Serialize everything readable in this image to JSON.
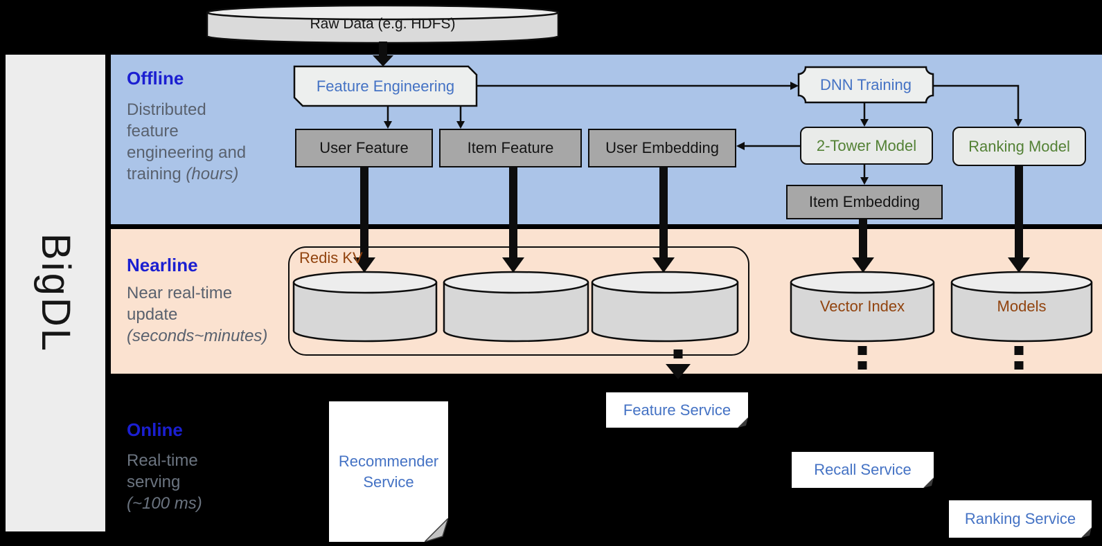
{
  "brand": {
    "label": "BigDL"
  },
  "raw_data": {
    "label": "Raw Data (e.g. HDFS)"
  },
  "sections": {
    "offline": {
      "title": "Offline",
      "desc_lines": [
        "Distributed",
        "feature",
        "engineering and"
      ],
      "desc_line4_normal": "training ",
      "desc_line4_italic": "(hours)"
    },
    "nearline": {
      "title": "Nearline",
      "desc_lines": [
        "Near real-time",
        "update"
      ],
      "desc_italic_line": "(seconds~minutes)"
    },
    "online": {
      "title": "Online",
      "desc_lines": [
        "Real-time",
        "serving"
      ],
      "desc_italic_line": "(~100 ms)"
    }
  },
  "offline_nodes": {
    "feature_engineering": "Feature Engineering",
    "dnn_training": "DNN Training",
    "user_feature": "User Feature",
    "item_feature": "Item Feature",
    "user_embedding": "User Embedding",
    "two_tower_model": "2-Tower Model",
    "ranking_model": "Ranking Model",
    "item_embedding": "Item Embedding"
  },
  "nearline_nodes": {
    "redis_kv": "Redis KV",
    "vector_index": "Vector Index",
    "models": "Models"
  },
  "online_nodes": {
    "recommender_line1": "Recommender",
    "recommender_line2": "Service",
    "feature_service": "Feature Service",
    "recall_service": "Recall Service",
    "ranking_service": "Ranking Service"
  },
  "colors": {
    "background": "#000000",
    "offline_band": "#abc4e8",
    "nearline_band": "#fbe2d0",
    "side_panel": "#ededed",
    "section_title_blue": "#1b1fd1",
    "description_gray": "#59616e",
    "node_text_blue": "#4472c4",
    "node_text_green": "#538135",
    "node_text_brown": "#91430e",
    "gray_node_fill": "#a7a7a7",
    "light_node_fill": "#edefee",
    "cylinder_fill": "#d7d7d7",
    "stroke_black": "#0d0d0d",
    "service_fill": "#ffffff"
  }
}
